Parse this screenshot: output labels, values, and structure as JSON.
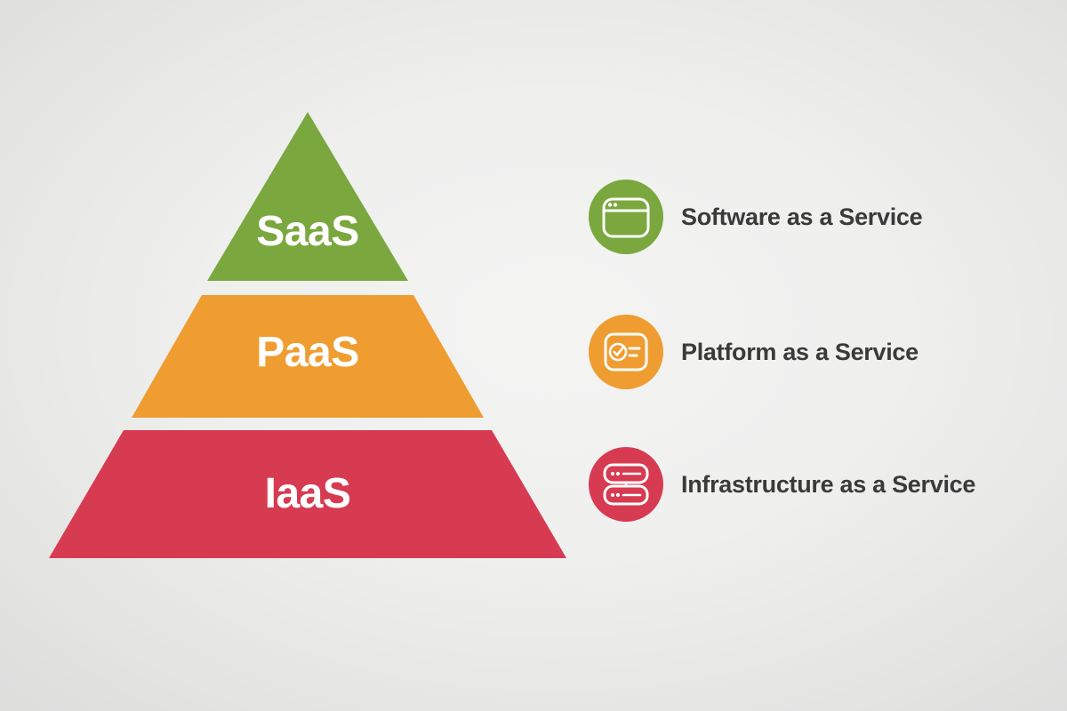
{
  "pyramid": {
    "label_color": "#ffffff",
    "layers": [
      {
        "id": "saas",
        "label": "SaaS",
        "color": "#7aa73e",
        "icon": "browser-window-icon"
      },
      {
        "id": "paas",
        "label": "PaaS",
        "color": "#ef9c31",
        "icon": "checklist-card-icon"
      },
      {
        "id": "iaas",
        "label": "IaaS",
        "color": "#d63b51",
        "icon": "server-stack-icon"
      }
    ]
  },
  "legend": {
    "text_color": "#3a3a3a",
    "items": [
      {
        "label": "Software as a Service",
        "color": "#7aa73e",
        "icon": "browser-window-icon"
      },
      {
        "label": "Platform as a Service",
        "color": "#ef9c31",
        "icon": "checklist-card-icon"
      },
      {
        "label": "Infrastructure as a Service",
        "color": "#d63b51",
        "icon": "server-stack-icon"
      }
    ]
  },
  "background": {
    "center": "#f4f4f3",
    "edge": "#d3d4d3"
  }
}
